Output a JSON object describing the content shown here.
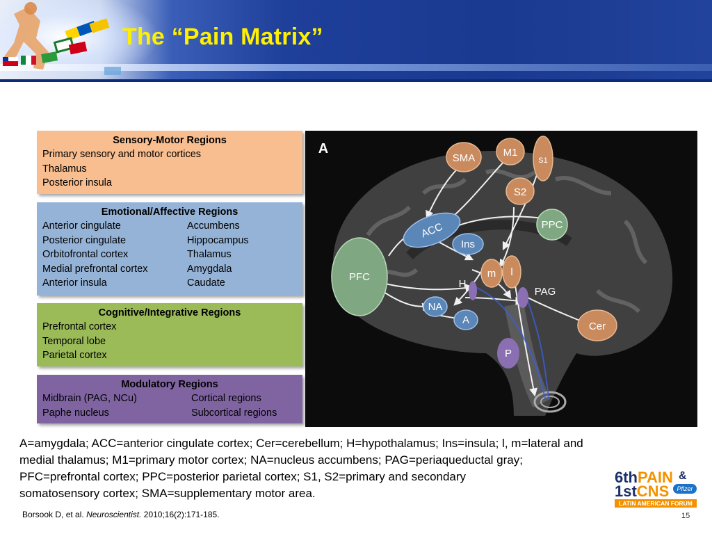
{
  "slide": {
    "title": "The “Pain Matrix”",
    "page_number": "15"
  },
  "boxes": {
    "sensory": {
      "heading": "Sensory-Motor Regions",
      "items": [
        "Primary sensory and motor cortices",
        "Thalamus",
        "Posterior insula"
      ],
      "color": "#f9be8f"
    },
    "emotional": {
      "heading": "Emotional/Affective Regions",
      "rows": [
        [
          "Anterior cingulate",
          "Accumbens"
        ],
        [
          "Posterior cingulate",
          "Hippocampus"
        ],
        [
          "Orbitofrontal cortex",
          "Thalamus"
        ],
        [
          "Medial prefrontal cortex",
          "Amygdala"
        ],
        [
          "Anterior insula",
          "Caudate"
        ]
      ],
      "color": "#95b3d7"
    },
    "cognitive": {
      "heading": "Cognitive/Integrative Regions",
      "items": [
        "Prefrontal cortex",
        "Temporal lobe",
        "Parietal cortex"
      ],
      "color": "#9bbb59"
    },
    "modulatory": {
      "heading": "Modulatory Regions",
      "rows": [
        [
          "Midbrain (PAG, NCu)",
          "Cortical regions"
        ],
        [
          "Paphe nucleus",
          "Subcortical regions"
        ]
      ],
      "color": "#8064a2"
    }
  },
  "figure": {
    "panel_label": "A",
    "regions": {
      "sma": "SMA",
      "m1": "M1",
      "s1": "S1",
      "s2": "S2",
      "ppc": "PPC",
      "acc": "ACC",
      "ins": "Ins",
      "pfc": "PFC",
      "m": "m",
      "l": "l",
      "h": "H",
      "pag": "PAG",
      "na": "NA",
      "a": "A",
      "cer": "Cer",
      "p": "P"
    },
    "colors": {
      "sensory": "#c98a5e",
      "affective": "#5a86b8",
      "cognitive": "#7fa882",
      "modulatory": "#8a6fb3"
    }
  },
  "caption": {
    "lines": [
      "A=amygdala; ACC=anterior cingulate cortex; Cer=cerebellum; H=hypothalamus; Ins=insula; l, m=lateral and",
      "medial thalamus; M1=primary motor cortex; NA=nucleus accumbens; PAG=periaqueductal gray;",
      "PFC=prefrontal cortex; PPC=posterior parietal cortex; S1, S2=primary and secondary",
      "somatosensory cortex; SMA=supplementary motor area."
    ]
  },
  "citation": {
    "authors": "Borsook D, et al.",
    "journal": "Neuroscientist.",
    "details": "2010;16(2):171-185."
  },
  "logo": {
    "six": "6th",
    "pain": "PAIN",
    "amp": "&",
    "first": "1st",
    "cns": "CNS",
    "sponsor": "Pfizer",
    "forum": "LATIN AMERICAN FORUM"
  }
}
